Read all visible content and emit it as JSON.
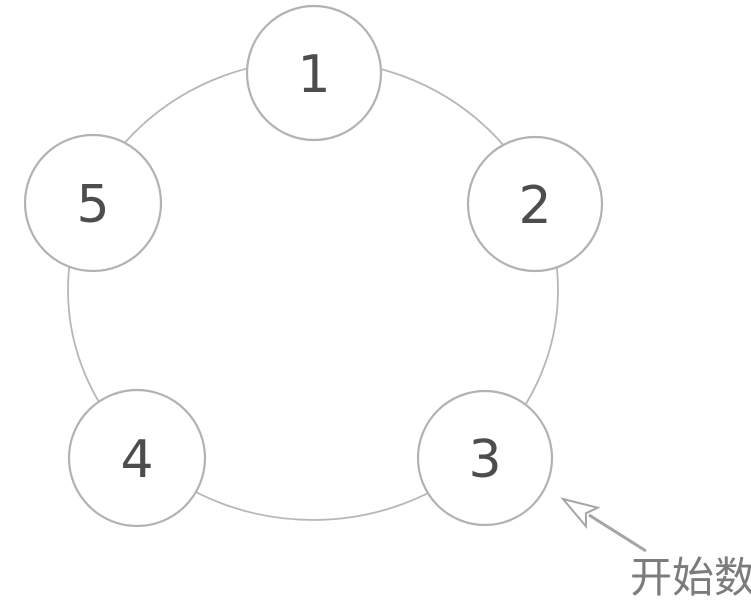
{
  "diagram": {
    "type": "counting-circle",
    "description": "Five numbered circles arranged on a ring; an arrow marks where counting starts",
    "nodes": [
      {
        "id": "node-1",
        "label": "1"
      },
      {
        "id": "node-2",
        "label": "2"
      },
      {
        "id": "node-3",
        "label": "3"
      },
      {
        "id": "node-4",
        "label": "4"
      },
      {
        "id": "node-5",
        "label": "5"
      }
    ],
    "annotation": {
      "label": "开始数",
      "points_to_node": "3"
    },
    "colors": {
      "background": "#ffffff",
      "node_fill": "#ffffff",
      "node_stroke": "#b2b2b2",
      "ring_stroke": "#b7b7b7",
      "number_text": "#4d4d4d",
      "annotation_text": "#7c7c7c",
      "arrow": "#a5a5a5"
    }
  }
}
